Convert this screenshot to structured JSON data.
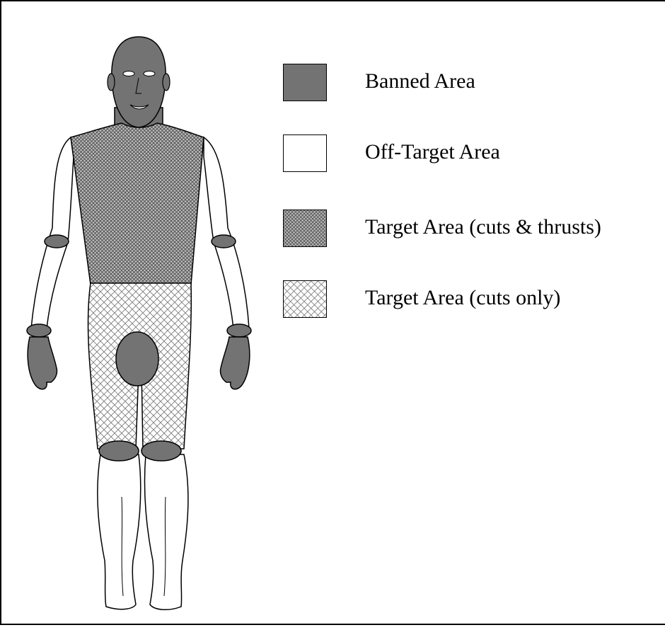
{
  "colors": {
    "banned": "#737373",
    "off_target": "#ffffff",
    "target_cuts_thrusts_pattern": "dense-crosshatch",
    "target_cuts_only_pattern": "light-crosshatch",
    "outline": "#000000"
  },
  "legend": {
    "items": [
      {
        "key": "banned",
        "label": "Banned Area"
      },
      {
        "key": "off_target",
        "label": "Off-Target Area"
      },
      {
        "key": "target_cuts_thrusts",
        "label": "Target Area (cuts & thrusts)"
      },
      {
        "key": "target_cuts_only",
        "label": "Target Area (cuts only)"
      }
    ]
  }
}
